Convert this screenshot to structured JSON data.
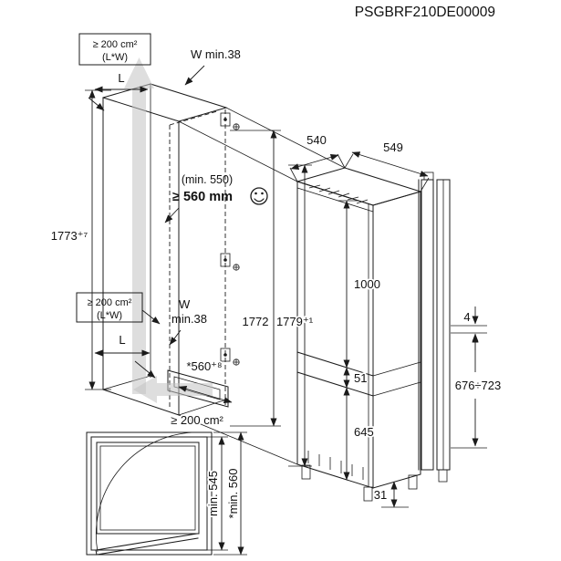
{
  "title": "PSGBRF210DE00009",
  "colors": {
    "line": "#1b1b1b",
    "gray_arrow": "#c2c2c2",
    "background": "#ffffff"
  },
  "ventilation": {
    "top_area": {
      "line1": "≥ 200 cm²",
      "line2": "(L*W)"
    },
    "mid_area": {
      "line1": "≥ 200 cm²",
      "line2": "(L*W)"
    },
    "bottom_area": "≥ 200 cm²"
  },
  "clearances": {
    "top_width": "W min.38",
    "top_length": "L",
    "mid_width_line1": "W",
    "mid_width_line2": "min.38",
    "mid_length": "L"
  },
  "niche": {
    "height_left": "1773⁺⁷",
    "inner_height": "1772",
    "install_height": "1779⁺¹",
    "depth_min": "(min. 550)",
    "depth_recommended": "≥ 560 mm",
    "plinth_depth": "*560⁺⁸"
  },
  "appliance": {
    "top_width": "540",
    "top_depth": "549",
    "fridge_section": "1000",
    "divider": "51",
    "freezer_section": "645",
    "plinth_height": "31"
  },
  "side_view": {
    "top_gap": "4",
    "hinge_range": "676÷723"
  },
  "plan_view": {
    "depth_min": "min. 545",
    "depth_required": "*min. 560"
  }
}
